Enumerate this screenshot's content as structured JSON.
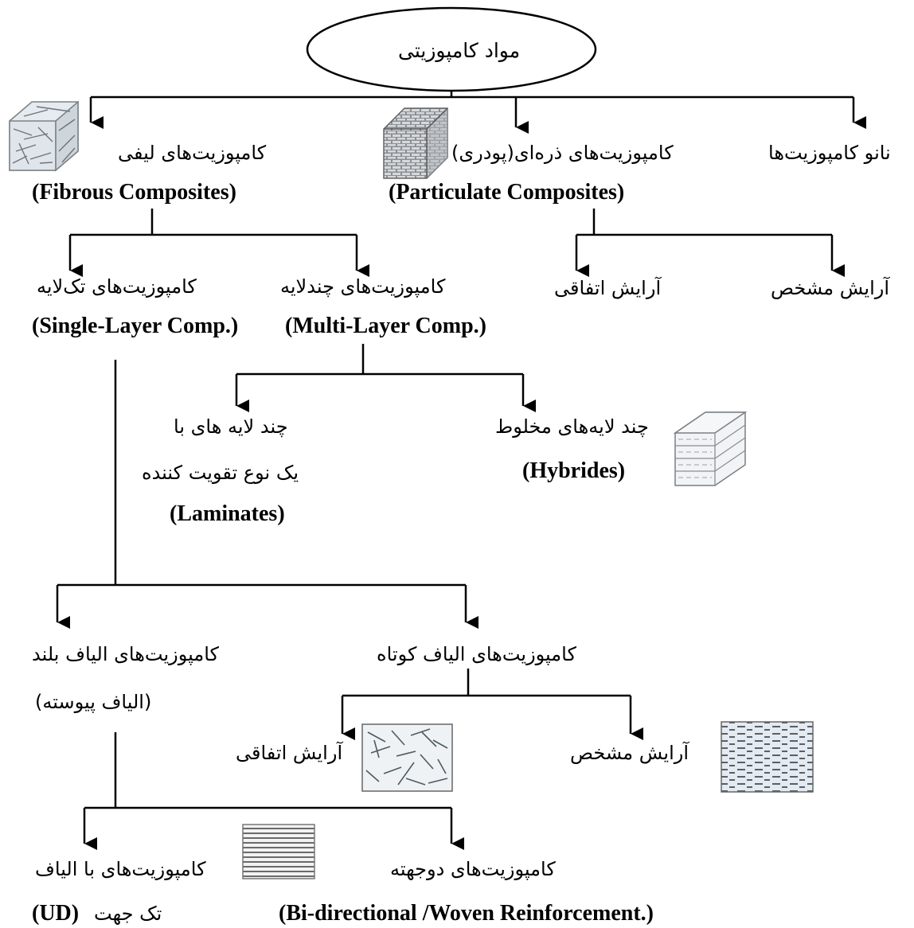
{
  "root": {
    "label": "مواد کامپوزیتی"
  },
  "branches": {
    "fibrous": {
      "fa": "کامپوزیت‌های لیفی",
      "en": "(Fibrous Composites)"
    },
    "particulate": {
      "fa": "کامپوزیت‌های ذره‌ای(پودری)",
      "en": "(Particulate Composites)"
    },
    "nano": {
      "fa": "نانو کامپوزیت‌ها"
    }
  },
  "particulate_children": {
    "random": "آرایش اتفاقی",
    "oriented": "آرایش مشخص"
  },
  "fibrous_children": {
    "single": {
      "fa": "کامپوزیت‌های تک‌لایه",
      "en": "(Single-Layer Comp.)"
    },
    "multi": {
      "fa": "کامپوزیت‌های چندلایه",
      "en": "(Multi-Layer Comp.)"
    }
  },
  "multi_children": {
    "laminates": {
      "fa1": "چند لایه های با",
      "fa2": "یک نوع تقویت کننده",
      "en": "(Laminates)"
    },
    "hybrids": {
      "fa": "چند لایه‌های مخلوط",
      "en": "(Hybrides)"
    }
  },
  "single_children": {
    "long": {
      "fa1": "کامپوزیت‌های الیاف بلند",
      "fa2": "(الیاف پیوسته)"
    },
    "short": {
      "fa": "کامپوزیت‌های الیاف کوتاه"
    }
  },
  "short_children": {
    "random": "آرایش اتفاقی",
    "oriented": "آرایش مشخص"
  },
  "long_children": {
    "ud": {
      "fa": "کامپوزیت‌های با الیاف",
      "fa2": "تک جهت",
      "en": "(UD)"
    },
    "bi": {
      "fa": "کامپوزیت‌های دوجهته",
      "en": "(Bi-directional /Woven Reinforcement.)"
    }
  },
  "colors": {
    "line": "#000000",
    "icon_fill": "#d8dde2",
    "icon_stroke": "#6b7075"
  }
}
